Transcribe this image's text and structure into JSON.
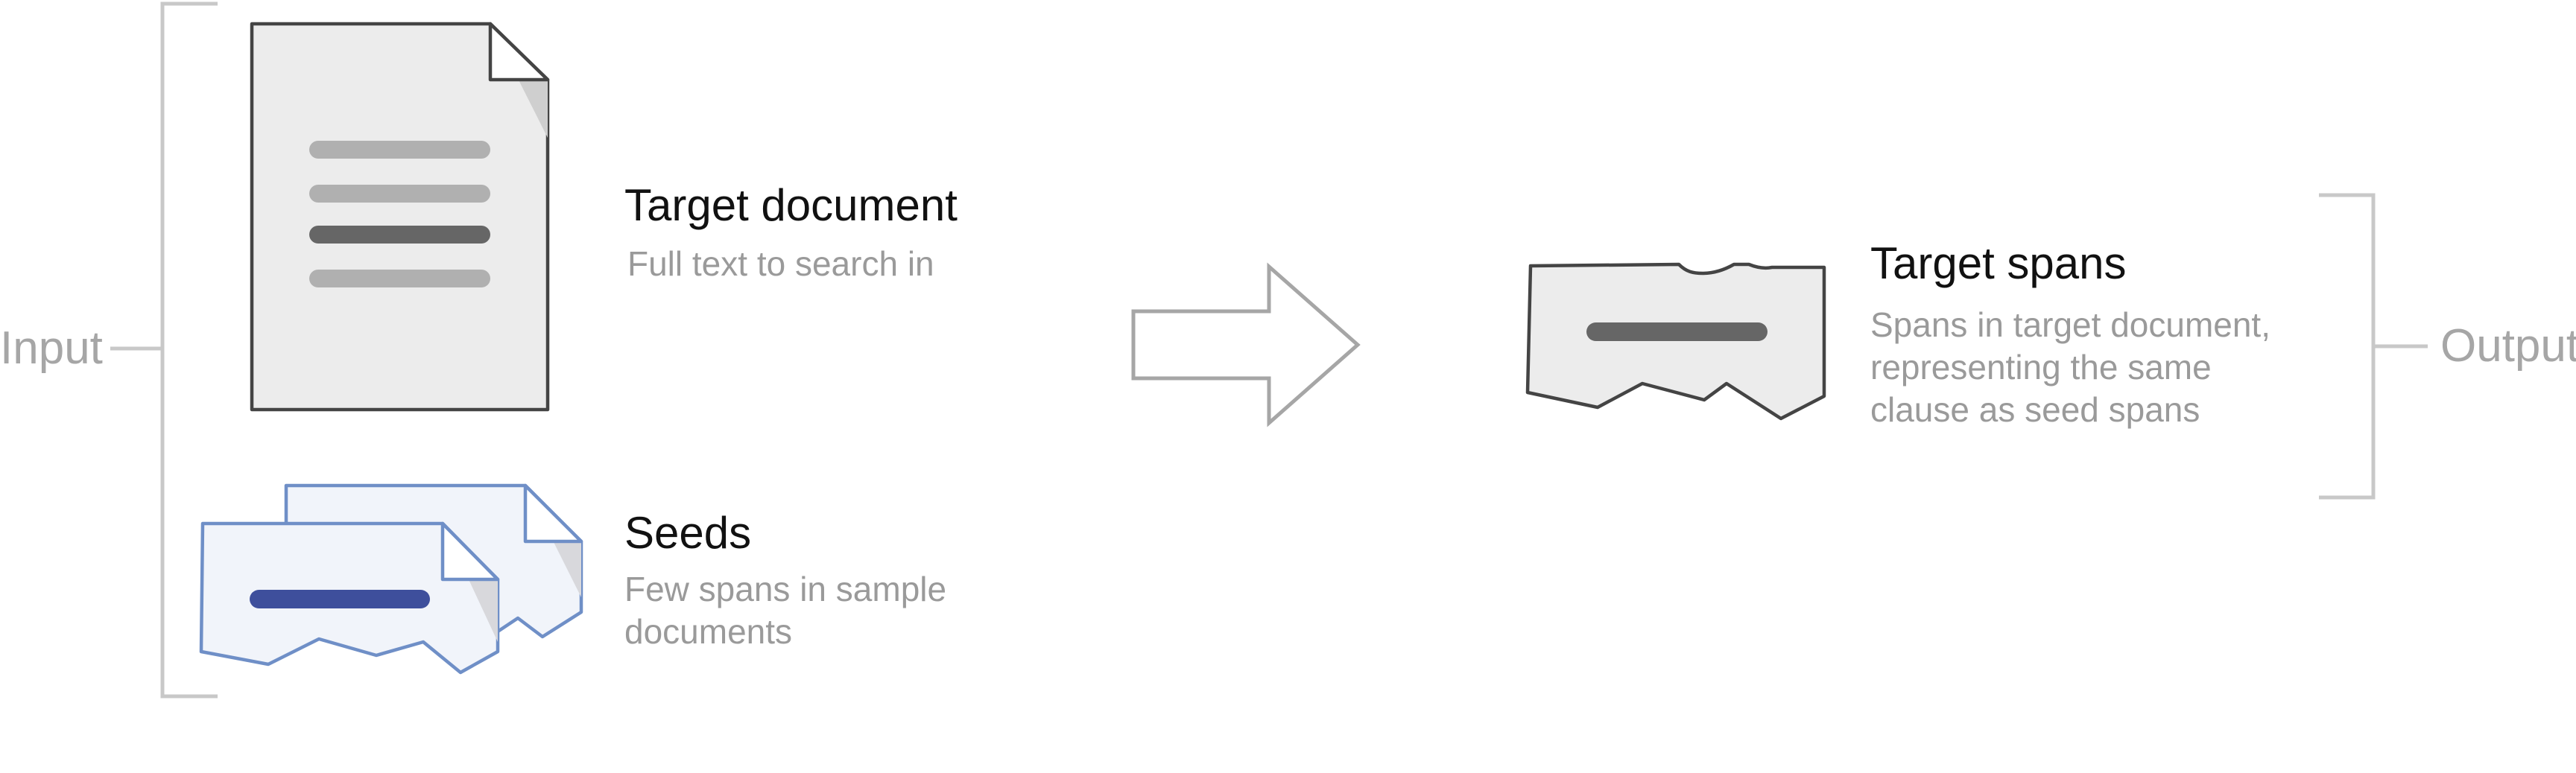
{
  "input": {
    "label": "Input",
    "target_document": {
      "title": "Target document",
      "description": "Full text to search in"
    },
    "seeds": {
      "title": "Seeds",
      "description_lines": [
        "Few spans in sample",
        "documents"
      ]
    }
  },
  "output": {
    "label": "Output",
    "target_spans": {
      "title": "Target spans",
      "description_lines": [
        "Spans in target document,",
        "representing the same",
        "clause as seed spans"
      ]
    }
  },
  "colors": {
    "bracket": "#c8c8c8",
    "document_outline": "#444444",
    "document_fill": "#ececec",
    "text_line_light": "#b0b0b0",
    "text_line_dark": "#666666",
    "seed_outline": "#6f8fc7",
    "seed_fill": "#f1f4fa",
    "seed_highlight": "#3e4f9c",
    "arrow": "#a6a6a6"
  }
}
